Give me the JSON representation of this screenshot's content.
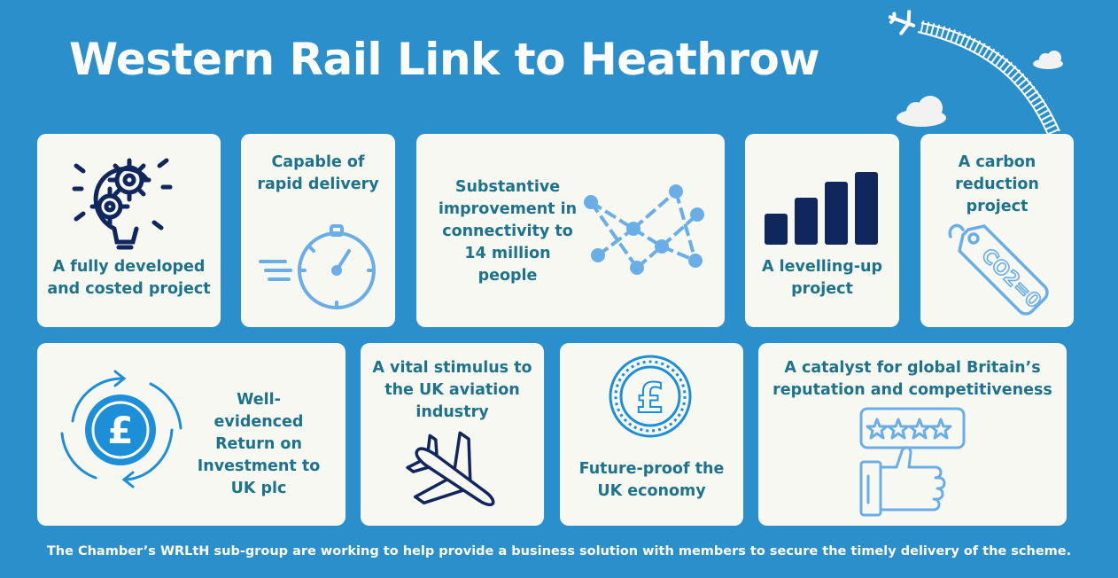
{
  "title": "Western Rail Link to Heathrow",
  "colors": {
    "background": "#2a8fcb",
    "card": "#f8f8f3",
    "text": "#1d728c",
    "navy": "#10275e",
    "light_blue": "#6aaee8",
    "cloud": "#f2f2f2"
  },
  "cards": {
    "fully_developed": {
      "line1": "A fully developed",
      "line2": "and costed project",
      "icon": "gears-lightbulb-icon"
    },
    "rapid_delivery": {
      "line1": "Capable of",
      "line2": "rapid delivery",
      "icon": "stopwatch-icon"
    },
    "connectivity": {
      "line1": "Substantive",
      "line2": "improvement in",
      "line3": "connectivity to",
      "line4": "14 million",
      "line5": "people",
      "icon": "network-nodes-icon"
    },
    "levelling_up": {
      "line1": "A levelling-up",
      "line2": "project",
      "icon": "bar-chart-icon"
    },
    "carbon": {
      "line1": "A carbon",
      "line2": "reduction",
      "line3": "project",
      "icon": "co2-tag-icon"
    },
    "roi": {
      "line1": "Well-evidenced",
      "line2": "Return on",
      "line3": "Investment to",
      "line4": "UK plc",
      "icon": "pound-cycle-icon"
    },
    "aviation": {
      "line1": "A vital stimulus to",
      "line2": "the UK aviation",
      "line3": "industry",
      "icon": "airplane-icon"
    },
    "future_proof": {
      "line1": "Future-proof the",
      "line2": "UK economy",
      "icon": "pound-coin-icon"
    },
    "catalyst": {
      "line1": "A catalyst for global Britain’s",
      "line2": "reputation and competitiveness",
      "icon": "thumbs-up-stars-icon"
    }
  },
  "footer": "The Chamber’s WRLtH sub-group are working to help provide a business solution with members to secure the timely delivery of the scheme."
}
